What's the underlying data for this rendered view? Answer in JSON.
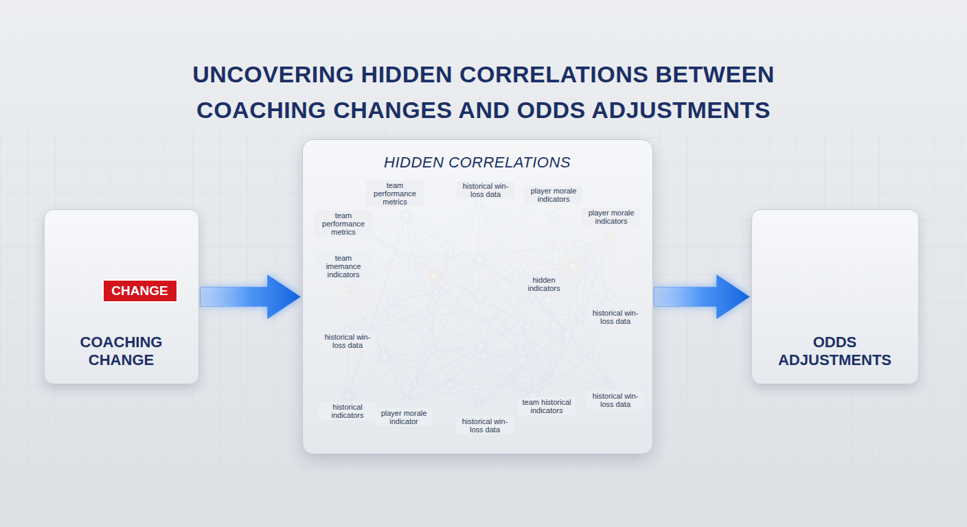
{
  "diagram": {
    "title": "UNCOVERING HIDDEN CORRELATIONS BETWEEN COACHING CHANGES AND ODDS ADJUSTMENTS",
    "nodes": [
      {
        "text": [
          "COACHING CHANGE"
        ]
      },
      {
        "text": [
          "CHANGE"
        ],
        "in": 0
      },
      {
        "text": [
          "HIDDEN CORRELATIONS"
        ]
      },
      {
        "text": [
          "ODDS ADJUSTMENTS"
        ]
      }
    ],
    "edges": [
      {
        "from": 0,
        "to": 2,
        "arrow": "to"
      },
      {
        "from": 2,
        "to": 3,
        "arrow": "to"
      }
    ],
    "labels": [
      "team performance metrics",
      "historical win-loss data",
      "player morale indicators",
      "team performance metrics",
      "player morale indicators",
      "team imemance indicators",
      "hidden indicators",
      "historical win-loss data",
      "historical win-loss data",
      "historical indicators",
      "player morale indicator",
      "historical win-loss data",
      "team historical indicators",
      "historical win-loss data"
    ]
  }
}
